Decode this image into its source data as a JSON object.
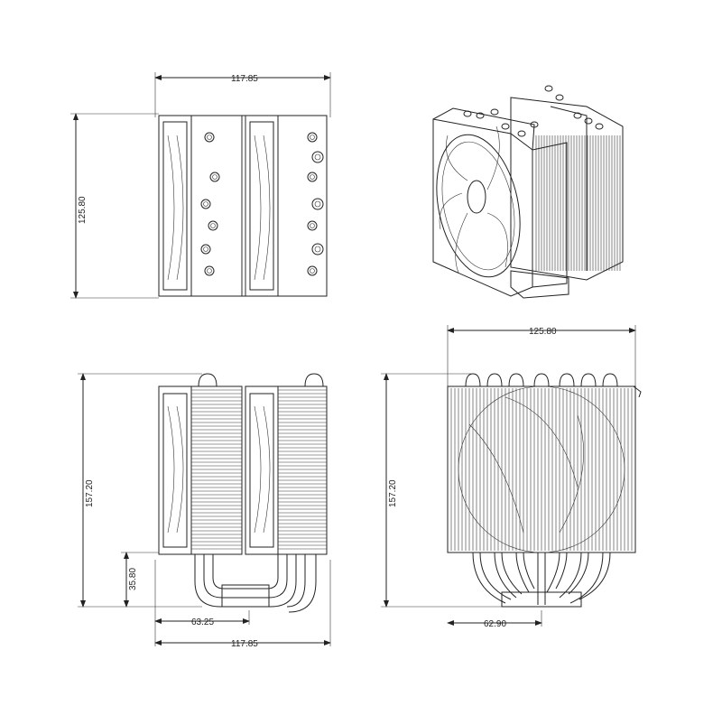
{
  "dimensions": {
    "top_width": "117.85",
    "top_height": "125.80",
    "side_height": "157.20",
    "side_base_height": "35.80",
    "side_offset": "63.25",
    "side_width": "117.85",
    "front_width": "125.80",
    "front_height": "157.20",
    "front_base_width": "62.90"
  },
  "views": [
    "top-view",
    "isometric-view",
    "side-view",
    "front-view"
  ],
  "line_color": "#222222",
  "background_color": "#ffffff"
}
